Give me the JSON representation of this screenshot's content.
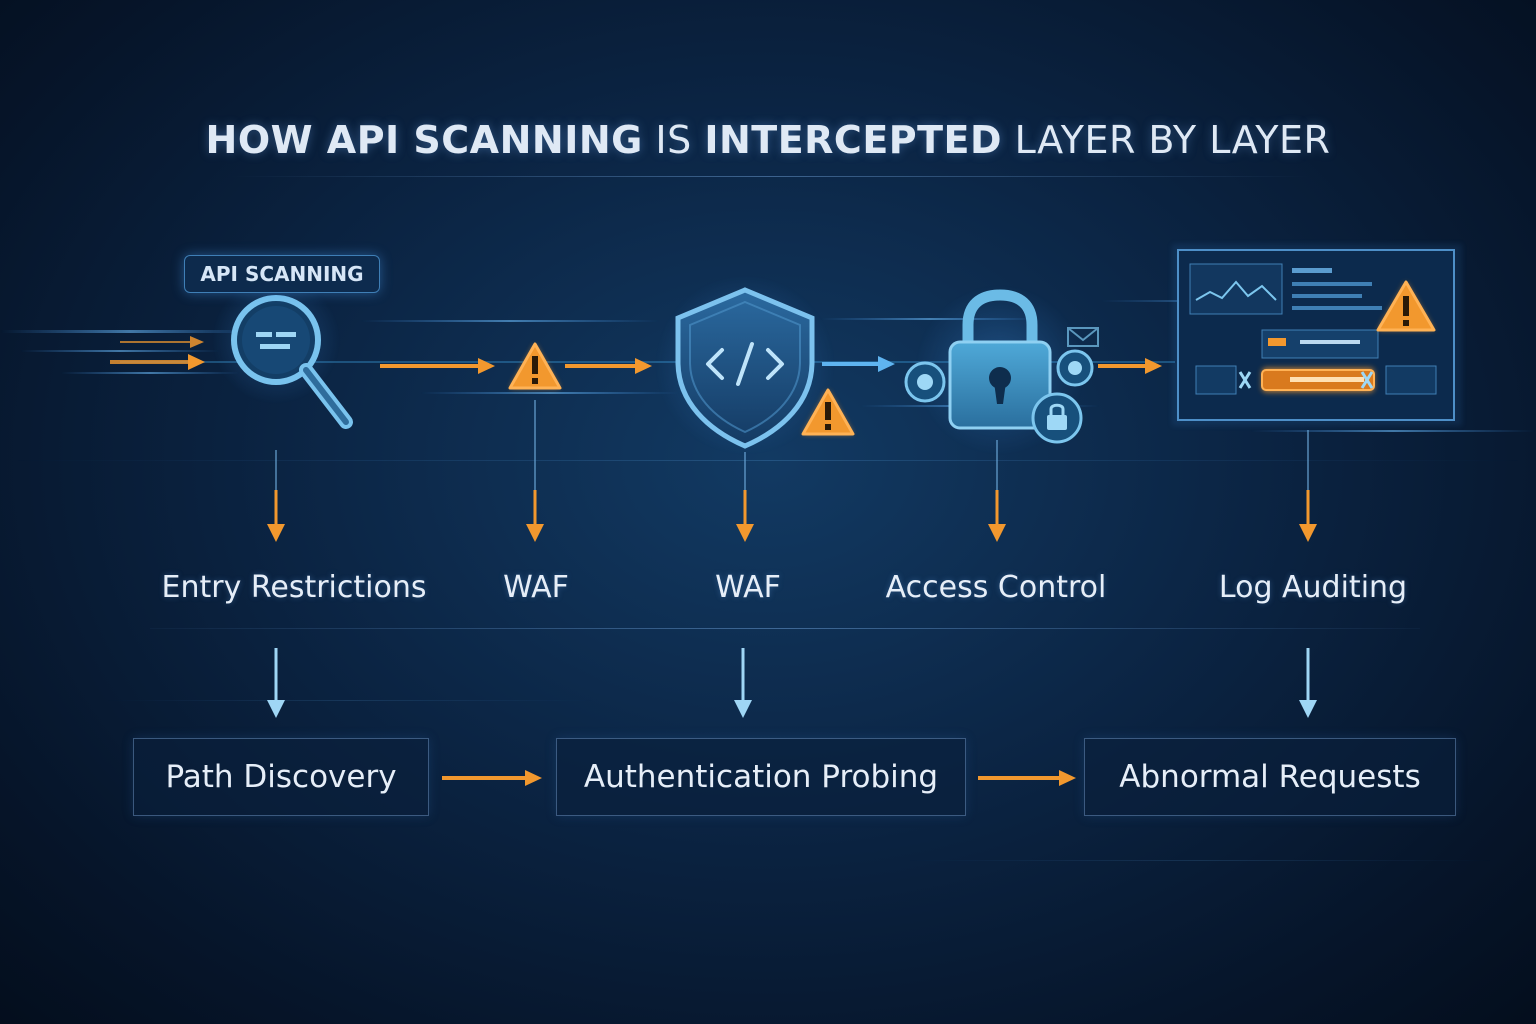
{
  "title": {
    "part1": "HOW API SCANNING",
    "part2": "IS",
    "part3": "INTERCEPTED",
    "part4": "LAYER BY LAYER"
  },
  "scanner_tag": "API SCANNING",
  "stages": [
    {
      "label": "Entry Restrictions",
      "icon": "magnifier-icon"
    },
    {
      "label": "WAF",
      "icon": "warning-icon"
    },
    {
      "label": "WAF",
      "icon": "shield-code-icon"
    },
    {
      "label": "Access Control",
      "icon": "padlock-icon"
    },
    {
      "label": "Log Auditing",
      "icon": "monitor-dashboard-icon"
    }
  ],
  "attack_steps": [
    {
      "label": "Path Discovery"
    },
    {
      "label": "Authentication Probing"
    },
    {
      "label": "Abnormal Requests"
    }
  ],
  "colors": {
    "accent_orange": "#f2982e",
    "accent_blue": "#3fa6e6",
    "background": "#0b2443",
    "warning_fill": "#f2982e"
  }
}
